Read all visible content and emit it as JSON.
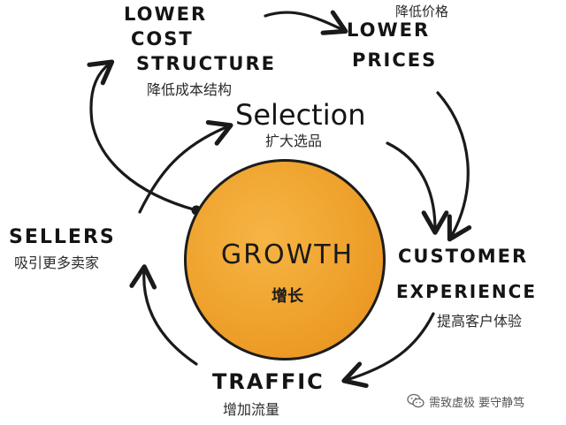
{
  "nodes": {
    "lower_cost_structure": {
      "en_lines": [
        "LOWER",
        "COST",
        "STRUCTURE"
      ],
      "zh": "降低成本结构"
    },
    "lower_prices": {
      "en_lines": [
        "LOWER",
        "PRICES"
      ],
      "zh": "降低价格"
    },
    "selection": {
      "en": "Selection",
      "zh": "扩大选品"
    },
    "customer_experience": {
      "en_lines": [
        "CUSTOMER",
        "EXPERIENCE"
      ],
      "zh": "提高客户体验"
    },
    "traffic": {
      "en": "TRAFFIC",
      "zh": "增加流量"
    },
    "sellers": {
      "en": "SELLERS",
      "zh": "吸引更多卖家"
    },
    "growth": {
      "en": "GROWTH",
      "zh": "增长"
    }
  },
  "watermark": {
    "text": "需致虚极 要守静笃",
    "icon": "wechat-icon"
  },
  "colors": {
    "growth_fill": "#efa12c",
    "ink": "#1a1a1a"
  }
}
